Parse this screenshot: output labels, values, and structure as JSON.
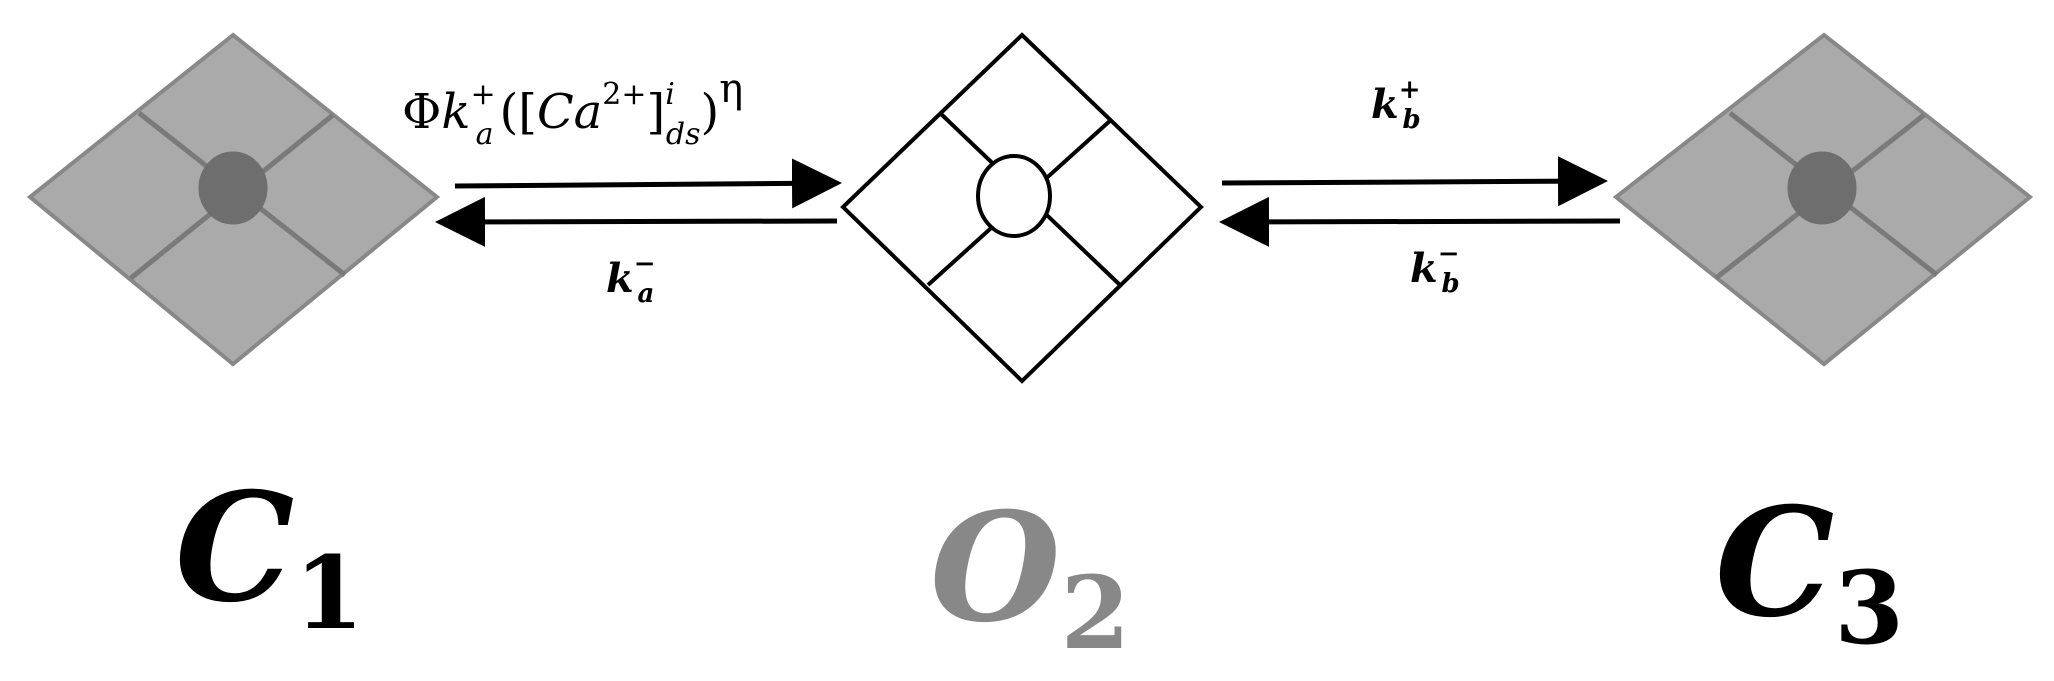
{
  "states": [
    {
      "id": "C1",
      "letter": "C",
      "subscript": "1",
      "letter_color": "#000000",
      "fill": "#aaaaaa",
      "center_fill": "#6e6e6e",
      "center_stroke": "#6e6e6e"
    },
    {
      "id": "O2",
      "letter": "O",
      "subscript": "2",
      "letter_color": "#888888",
      "fill": "#ffffff",
      "center_fill": "#ffffff",
      "center_stroke": "#000000"
    },
    {
      "id": "C3",
      "letter": "C",
      "subscript": "3",
      "letter_color": "#000000",
      "fill": "#aaaaaa",
      "center_fill": "#6e6e6e",
      "center_stroke": "#6e6e6e"
    }
  ],
  "transitions": {
    "a_forward": {
      "phi": "Φ",
      "k": "k",
      "k_sup": "+",
      "k_sub": "a",
      "open": "([",
      "ca": "Ca",
      "ca_sup": "2+",
      "close_bracket": "]",
      "conc_sup": "i",
      "conc_sub": "ds",
      "close_paren": ")",
      "exponent": "η"
    },
    "a_backward": {
      "k": "k",
      "sup": "−",
      "sub": "a"
    },
    "b_forward": {
      "k": "k",
      "sup": "+",
      "sub": "b"
    },
    "b_backward": {
      "k": "k",
      "sup": "−",
      "sub": "b"
    }
  }
}
